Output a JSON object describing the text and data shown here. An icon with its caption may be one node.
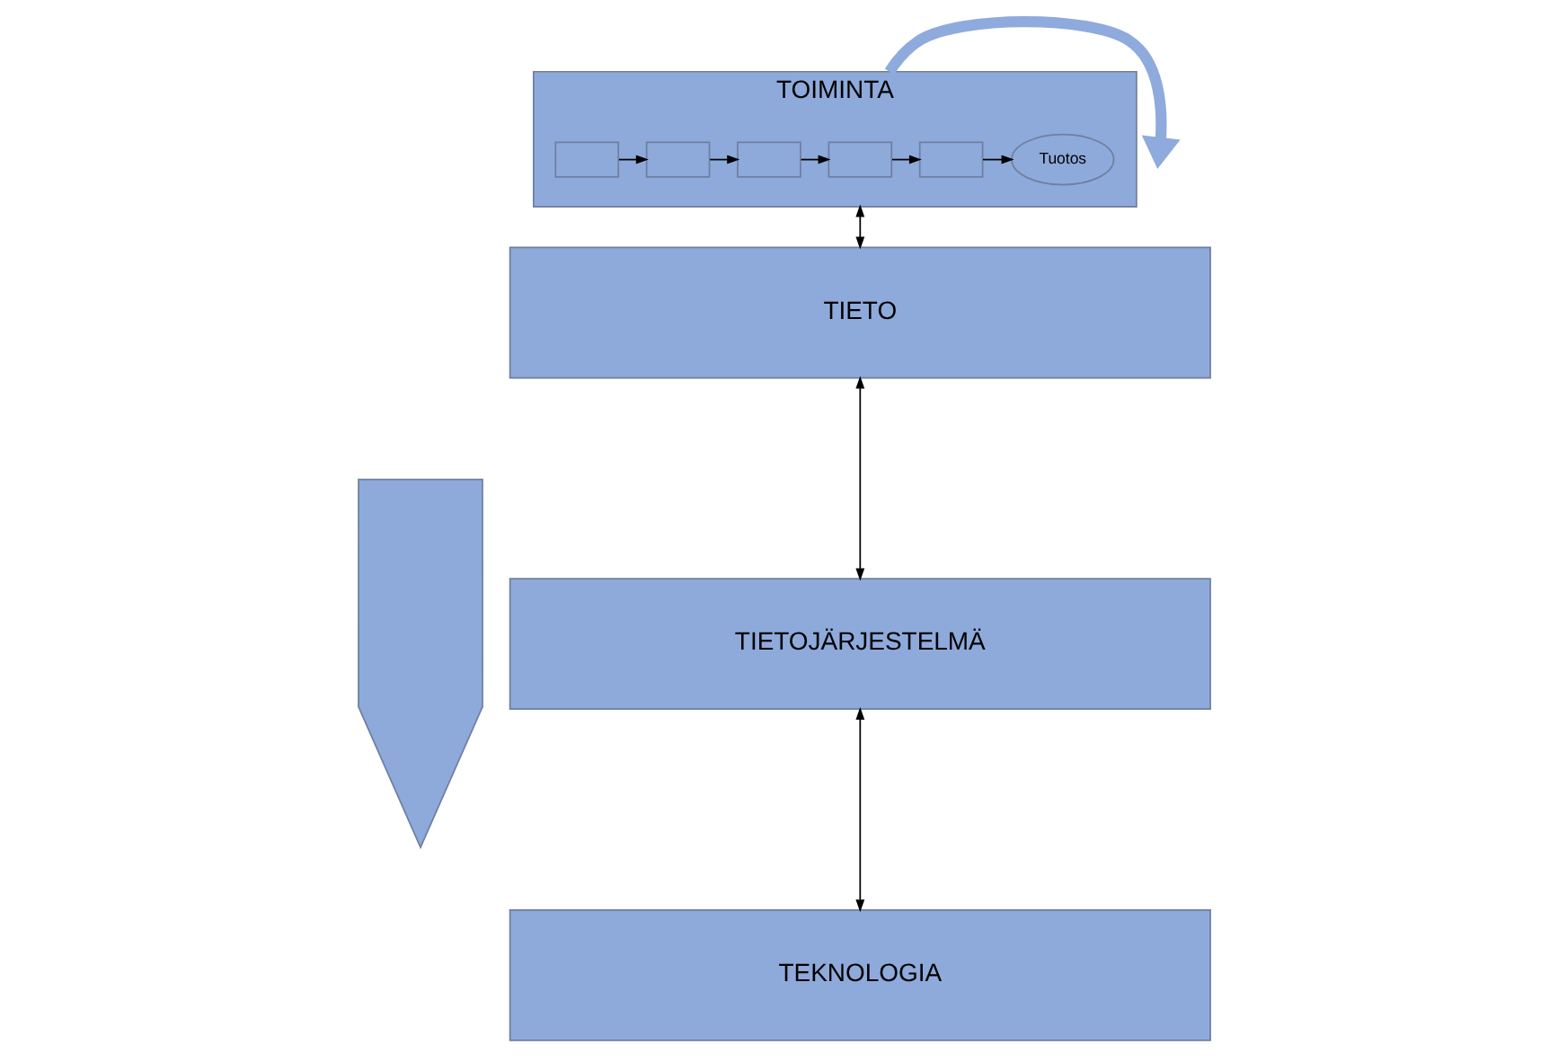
{
  "diagram": {
    "nodes": [
      {
        "text": [
          "TOIMINTA"
        ]
      },
      {
        "text": [],
        "shape": "box",
        "in": 0
      },
      {
        "text": [],
        "shape": "box",
        "in": 0
      },
      {
        "text": [],
        "shape": "box",
        "in": 0
      },
      {
        "text": [],
        "shape": "box",
        "in": 0
      },
      {
        "text": [],
        "shape": "box",
        "in": 0
      },
      {
        "text": [
          "Tuotos"
        ],
        "in": 0
      },
      {
        "text": [
          "TIETO"
        ]
      },
      {
        "text": [
          "TIETOJÄRJESTELMÄ"
        ]
      },
      {
        "text": [
          "TEKNOLOGIA"
        ]
      },
      {
        "text": [],
        "shape": "arrow"
      }
    ],
    "edges": [
      {
        "from": 1,
        "to": 2,
        "arrow": "to"
      },
      {
        "from": 2,
        "to": 3,
        "arrow": "to"
      },
      {
        "from": 3,
        "to": 4,
        "arrow": "to"
      },
      {
        "from": 4,
        "to": 5,
        "arrow": "to"
      },
      {
        "from": 5,
        "to": 6,
        "arrow": "to"
      },
      {
        "from": 0,
        "to": null,
        "arrow": "to",
        "style": "thick",
        "color": "#8faadc"
      },
      {
        "from": 0,
        "to": 7,
        "arrow": "both"
      },
      {
        "from": 7,
        "to": 8,
        "arrow": "both"
      },
      {
        "from": 8,
        "to": 9,
        "arrow": "both"
      }
    ]
  }
}
